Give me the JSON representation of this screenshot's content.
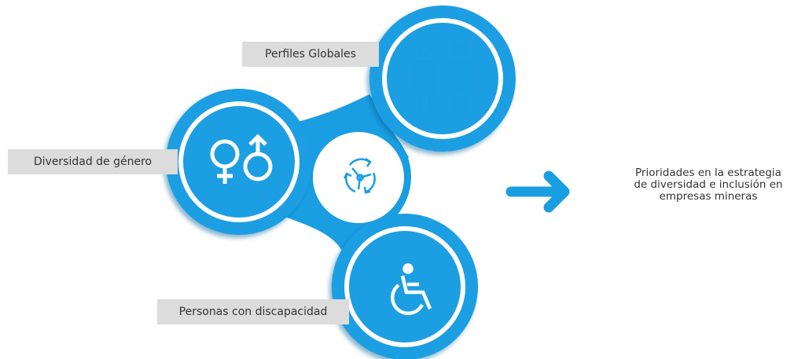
{
  "labels": {
    "global_profiles": "Perfiles Globales",
    "gender_diversity": "Diversidad de género",
    "disability": "Personas con discapacidad"
  },
  "caption": {
    "line1": "Prioridades en la estrategia",
    "line2": "de diversidad e inclusión en",
    "line3": "empresas mineras"
  },
  "icons": {
    "top": "people-icon",
    "left": "gender-symbols-icon",
    "bottom": "wheelchair-icon",
    "center": "cycle-arrows-icon",
    "arrow": "right-arrow-icon"
  },
  "colors": {
    "primary": "#1a9ee2",
    "dark": "#0f86c6",
    "label_bg": "#dcdcdc",
    "text": "#333333"
  }
}
